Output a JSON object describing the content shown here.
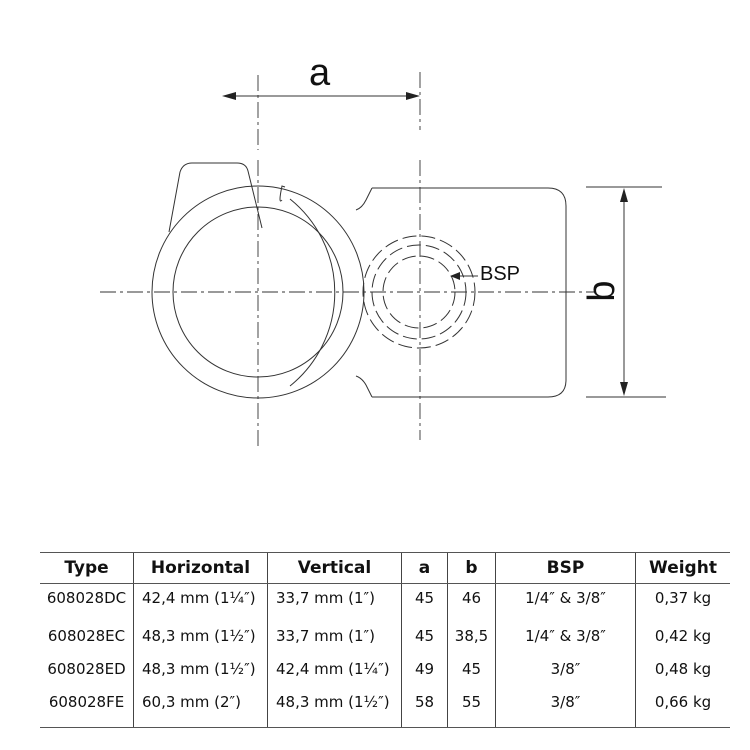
{
  "drawing": {
    "dimension_a_label": "a",
    "dimension_b_label": "b",
    "bsp_callout_label": "BSP",
    "line_color": "#333333"
  },
  "table": {
    "headers": {
      "type": "Type",
      "horizontal": "Horizontal",
      "vertical": "Vertical",
      "a": "a",
      "b": "b",
      "bsp": "BSP",
      "weight": "Weight"
    },
    "rows": [
      {
        "type": "608028DC",
        "horizontal": "42,4 mm (1¼″)",
        "vertical": "33,7 mm (1″)",
        "a": "45",
        "b": "46",
        "bsp": "1/4″ & 3/8″",
        "weight": "0,37 kg"
      },
      {
        "type": "608028EC",
        "horizontal": "48,3 mm (1½″)",
        "vertical": "33,7 mm (1″)",
        "a": "45",
        "b": "38,5",
        "bsp": "1/4″ & 3/8″",
        "weight": "0,42 kg"
      },
      {
        "type": "608028ED",
        "horizontal": "48,3 mm (1½″)",
        "vertical": "42,4 mm (1¼″)",
        "a": "49",
        "b": "45",
        "bsp": "3/8″",
        "weight": "0,48 kg"
      },
      {
        "type": "608028FE",
        "horizontal": "60,3 mm (2″)",
        "vertical": "48,3 mm (1½″)",
        "a": "58",
        "b": "55",
        "bsp": "3/8″",
        "weight": "0,66 kg"
      }
    ]
  }
}
